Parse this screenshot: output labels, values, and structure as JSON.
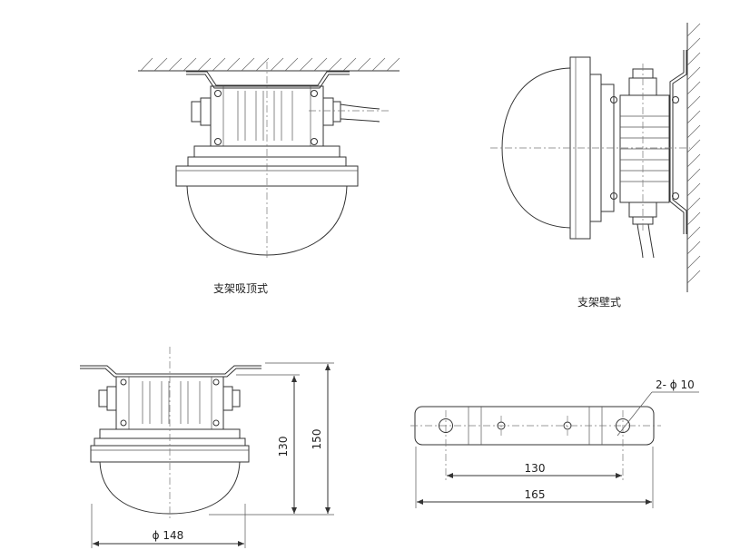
{
  "captions": {
    "ceiling_mount": "支架吸顶式",
    "wall_mount": "支架壁式"
  },
  "dimensions": {
    "height_body": "130",
    "height_total": "150",
    "diameter": "ϕ 148",
    "hole_spacing": "130",
    "bracket_length": "165",
    "holes": "2- ϕ 10"
  }
}
